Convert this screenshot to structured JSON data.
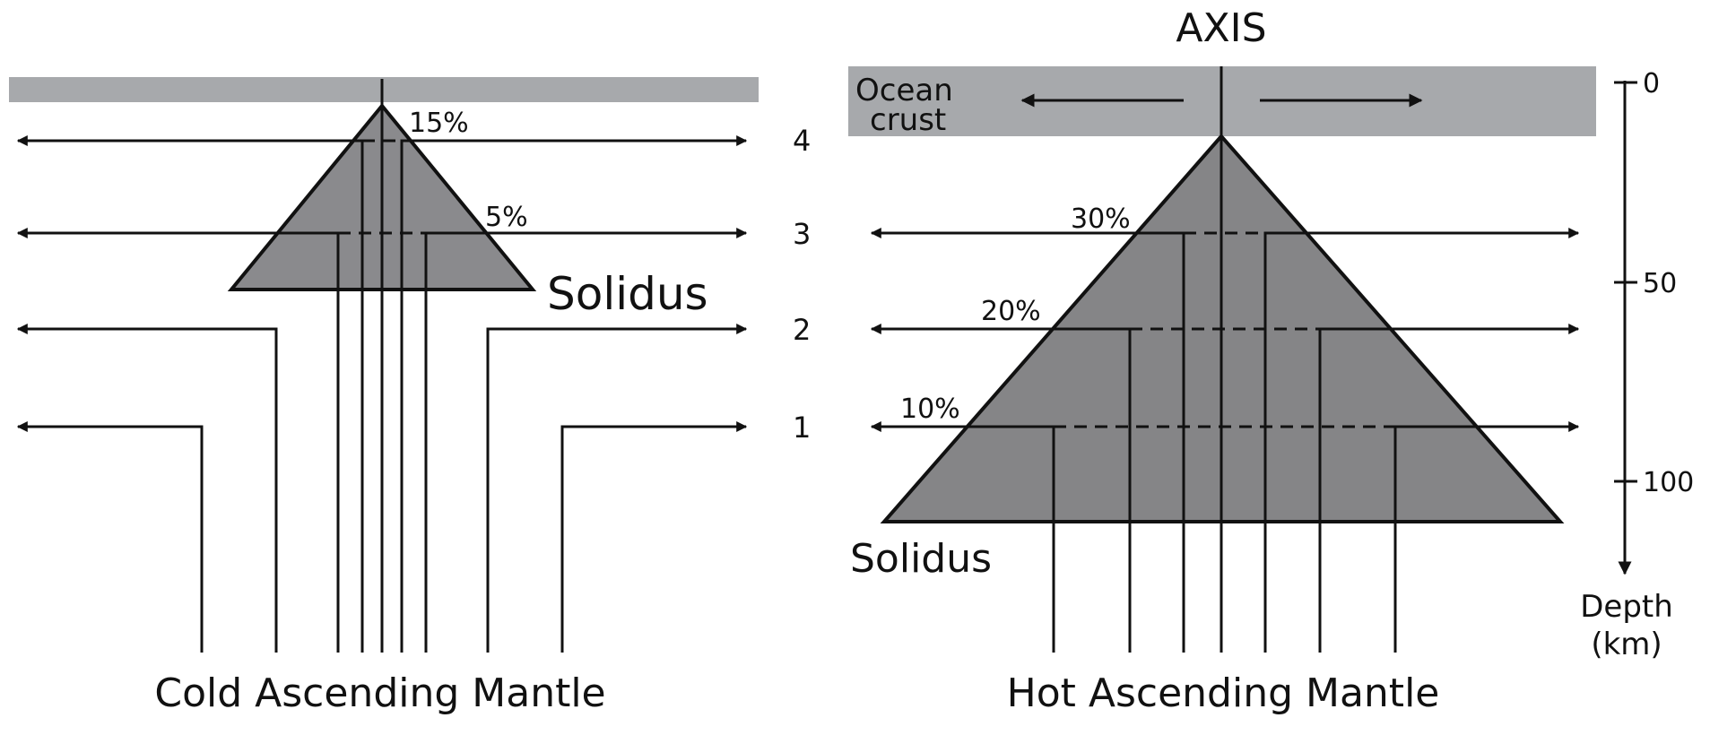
{
  "colors": {
    "crust": "#a7a9ac",
    "melt_cold": "#8a8a8d",
    "melt_hot": "#858587",
    "line": "#111111",
    "background": "#ffffff"
  },
  "cold": {
    "solidus": "Solidus",
    "title": "Cold Ascending Mantle",
    "melt_labels": [
      "15%",
      "5%"
    ],
    "level_labels": [
      "4",
      "3",
      "2",
      "1"
    ]
  },
  "hot": {
    "axis_label": "AXIS",
    "crust_line1": "Ocean",
    "crust_line2": "crust",
    "solidus": "Solidus",
    "title": "Hot Ascending Mantle",
    "melt_labels": [
      "30%",
      "20%",
      "10%"
    ],
    "depth_axis": {
      "ticks": [
        "0",
        "50",
        "100"
      ],
      "label_line1": "Depth",
      "label_line2": "(km)"
    }
  },
  "icons": [
    "arrow-left-icon",
    "arrow-right-icon",
    "arrow-down-icon"
  ]
}
